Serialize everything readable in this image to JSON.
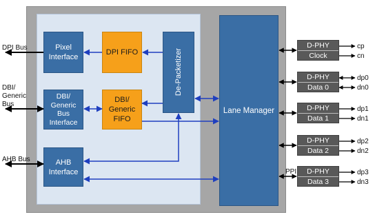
{
  "blocks": {
    "pixel_interface": "Pixel\nInterface",
    "dpi_fifo": "DPI FIFO",
    "dbi_interface": "DBI/\nGeneric\nBus\nInterface",
    "dbi_fifo": "DBI/\nGeneric\nFIFO",
    "ahb_interface": "AHB\nInterface",
    "depacketizer": "De-Packetizer",
    "lane_manager": "Lane Manager"
  },
  "external": {
    "dpi_bus": "DPI Bus",
    "dbi_bus": "DBI/\nGeneric\nBus",
    "ahb_bus": "AHB Bus",
    "ppi": "PPI"
  },
  "phy": [
    {
      "title": "D-PHY",
      "sub": "Clock",
      "sig_a": "cp",
      "sig_b": "cn"
    },
    {
      "title": "D-PHY",
      "sub": "Data 0",
      "sig_a": "dp0",
      "sig_b": "dn0"
    },
    {
      "title": "D-PHY",
      "sub": "Data 1",
      "sig_a": "dp1",
      "sig_b": "dn1"
    },
    {
      "title": "D-PHY",
      "sub": "Data 2",
      "sig_a": "dp2",
      "sig_b": "dn2"
    },
    {
      "title": "D-PHY",
      "sub": "Data 3",
      "sig_a": "dp3",
      "sig_b": "dn3"
    }
  ],
  "colors": {
    "block_blue": "#3a6ea5",
    "fifo_orange": "#f6a01a",
    "phy_gray": "#595959",
    "arrow_blue": "#1f3fbf"
  }
}
